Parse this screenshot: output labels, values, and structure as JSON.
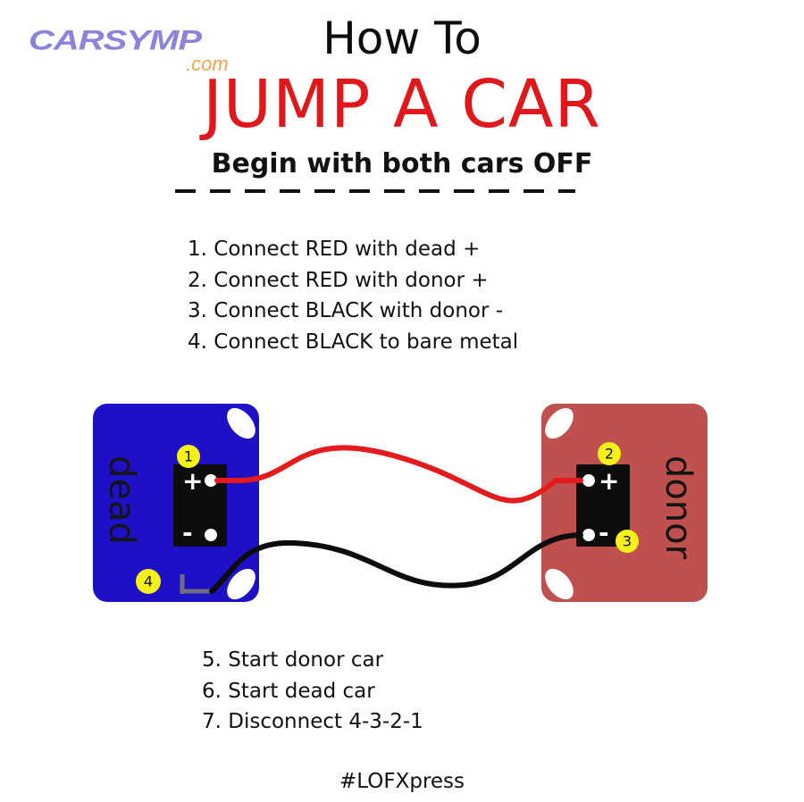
{
  "logo": {
    "brand": "CARSYMP",
    "domain": ".com"
  },
  "title": {
    "line1": "How To",
    "line2": "JUMP A CAR"
  },
  "subtitle": "Begin with both cars OFF",
  "steps_before": [
    "1. Connect RED with dead +",
    "2. Connect RED with donor +",
    "3. Connect BLACK with donor -",
    "4. Connect BLACK to bare metal"
  ],
  "diagram": {
    "dead_label": "dead",
    "donor_label": "donor",
    "plus": "+",
    "minus": "-",
    "markers": [
      "1",
      "2",
      "3",
      "4"
    ],
    "colors": {
      "dead_car": "#1d10c6",
      "donor_car": "#c0504d",
      "red_cable": "#e41a1c",
      "black_cable": "#0c0c0c",
      "marker": "#f5ef1a",
      "battery": "#0d0d0d"
    }
  },
  "steps_after": [
    "5. Start donor car",
    "6. Start dead car",
    "7. Disconnect 4-3-2-1"
  ],
  "hashtag": "#LOFXpress"
}
